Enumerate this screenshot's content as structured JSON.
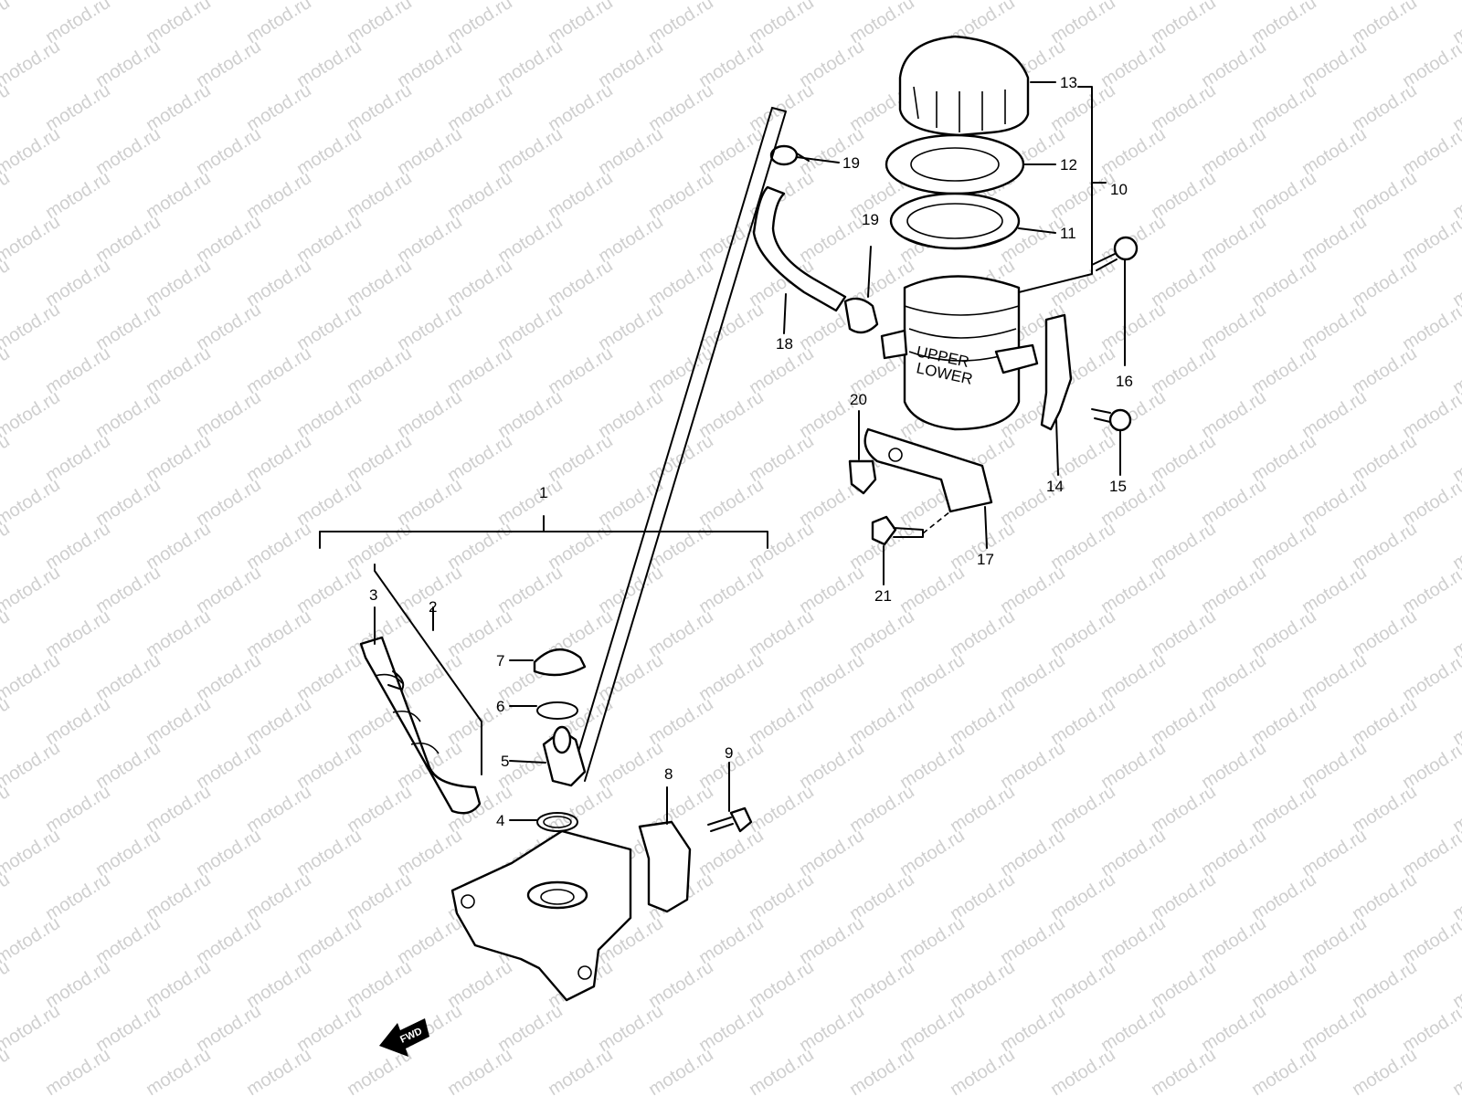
{
  "watermark": "motod.ru",
  "direction_badge": "FWD",
  "labels": [
    {
      "id": "1",
      "text": "1"
    },
    {
      "id": "2",
      "text": "2"
    },
    {
      "id": "3",
      "text": "3"
    },
    {
      "id": "4",
      "text": "4"
    },
    {
      "id": "5",
      "text": "5"
    },
    {
      "id": "6",
      "text": "6"
    },
    {
      "id": "7",
      "text": "7"
    },
    {
      "id": "8",
      "text": "8"
    },
    {
      "id": "9",
      "text": "9"
    },
    {
      "id": "10",
      "text": "10"
    },
    {
      "id": "11",
      "text": "11"
    },
    {
      "id": "12",
      "text": "12"
    },
    {
      "id": "13",
      "text": "13"
    },
    {
      "id": "14",
      "text": "14"
    },
    {
      "id": "15",
      "text": "15"
    },
    {
      "id": "16",
      "text": "16"
    },
    {
      "id": "17",
      "text": "17"
    },
    {
      "id": "18",
      "text": "18"
    },
    {
      "id": "19a",
      "text": "19"
    },
    {
      "id": "19b",
      "text": "19"
    },
    {
      "id": "20",
      "text": "20"
    },
    {
      "id": "21",
      "text": "21"
    }
  ],
  "reservoir_marks": {
    "upper": "UPPER",
    "lower": "LOWER"
  },
  "colors": {
    "line": "#000000",
    "watermark": "#cfcfcf",
    "background": "#ffffff"
  }
}
